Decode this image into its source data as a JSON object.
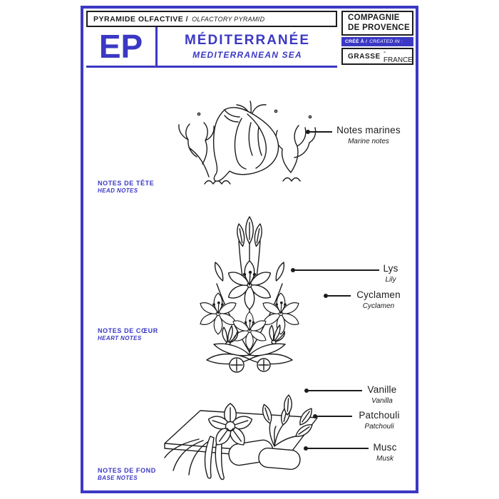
{
  "colors": {
    "accent": "#3b38c4",
    "ink": "#1c1c1c"
  },
  "header": {
    "pyramid_title_fr": "PYRAMIDE OLFACTIVE /",
    "pyramid_title_en": "OLFACTORY PYRAMID",
    "brand_line1": "COMPAGNIE",
    "brand_line2": "DE PROVENCE",
    "created_fr": "CRÉÉ À /",
    "created_en": "CREATED IN :",
    "place_city": "GRASSE",
    "place_country": "- FRANCE"
  },
  "product": {
    "code": "EP",
    "name_fr": "MÉDITERRANÉE",
    "name_en": "MEDITERRANEAN SEA"
  },
  "sections": [
    {
      "level_fr": "NOTES DE TÊTE",
      "level_en": "HEAD NOTES",
      "illustration": "seashell-and-coral",
      "notes": [
        {
          "fr": "Notes marines",
          "en": "Marine notes"
        }
      ]
    },
    {
      "level_fr": "NOTES DE CŒUR",
      "level_en": "HEART NOTES",
      "illustration": "lilies-and-cyclamen-bouquet",
      "notes": [
        {
          "fr": "Lys",
          "en": "Lily"
        },
        {
          "fr": "Cyclamen",
          "en": "Cyclamen"
        }
      ]
    },
    {
      "level_fr": "NOTES DE FOND",
      "level_en": "BASE NOTES",
      "illustration": "vanilla-orchid-patchouli-musk-stones",
      "notes": [
        {
          "fr": "Vanille",
          "en": "Vanilla"
        },
        {
          "fr": "Patchouli",
          "en": "Patchouli"
        },
        {
          "fr": "Musc",
          "en": "Musk"
        }
      ]
    }
  ]
}
